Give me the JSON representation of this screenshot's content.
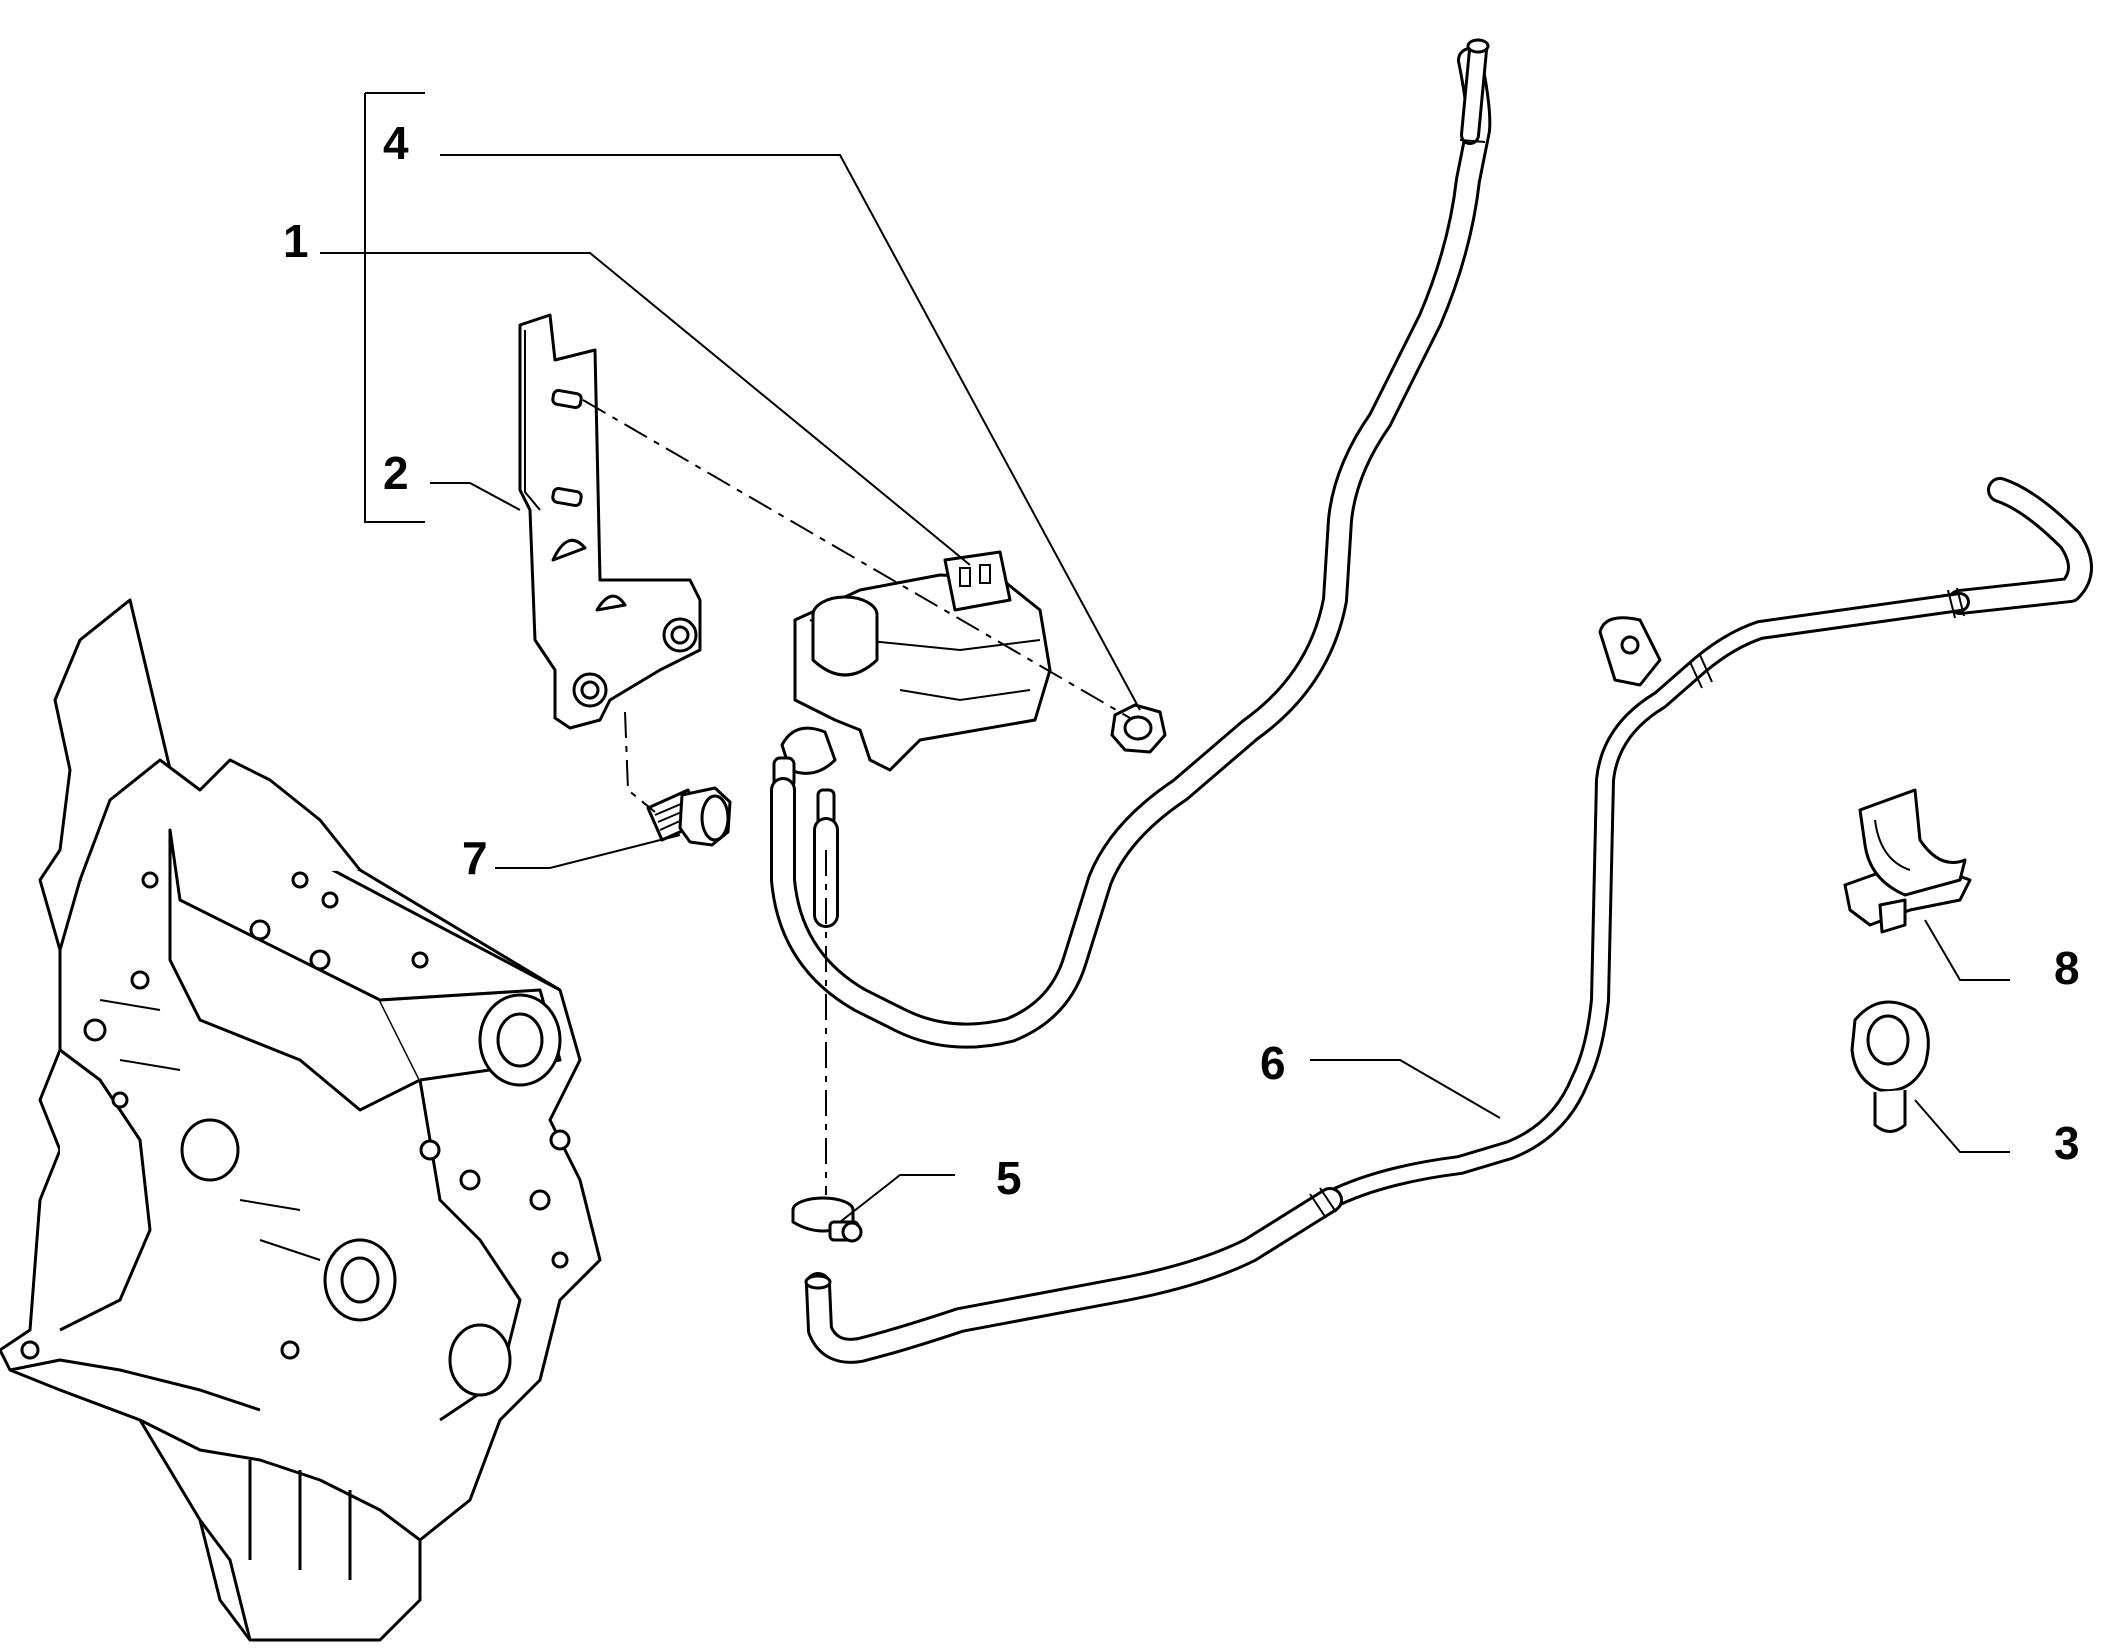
{
  "callouts": {
    "c1": "1",
    "c2": "2",
    "c3": "3",
    "c4": "4",
    "c5": "5",
    "c6": "6",
    "c7": "7",
    "c8": "8"
  },
  "parts": {
    "engine": "engine-block-icon",
    "solenoid_valve": "solenoid-valve-icon",
    "bracket": "bracket-icon",
    "nut": "nut-icon",
    "bolt": "bolt-icon",
    "hose_clamp": "hose-clamp-icon",
    "vacuum_hose": "vacuum-hose-icon",
    "pipe_assembly": "pipe-assembly-icon",
    "clip": "clip-icon",
    "grommet": "grommet-icon"
  },
  "colors": {
    "line": "#000000",
    "background": "#ffffff"
  }
}
